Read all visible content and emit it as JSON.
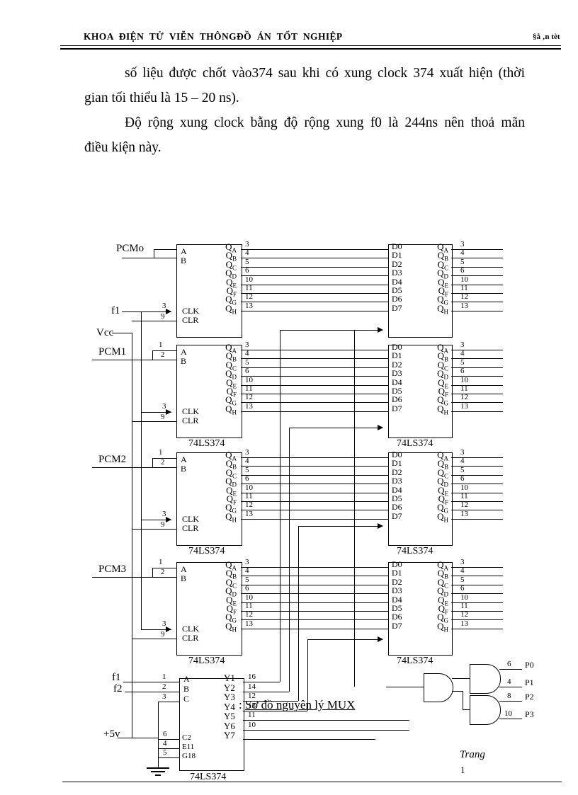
{
  "header": {
    "left": "KHOA ĐIỆN TỬ VIỄN THÔNGĐỒ ÁN TỐT NGHIỆP",
    "right": "§å ‚n tèt"
  },
  "paragraphs": [
    [
      "số liệu được chốt vào374 sau khi có xung clock 374 xuất hiện (thời",
      "gian tối thiểu là 15 – 20 ns)."
    ],
    [
      "Độ rộng xung clock bằng độ rộng xung f0 là 244ns nên thoả mãn",
      "điều kiện này."
    ]
  ],
  "caption": {
    "prefix": ": ",
    "text": "Sơ đồ nguyên lý MUX"
  },
  "page_footer": {
    "label": "Trang",
    "number": "1"
  },
  "colors": {
    "ink": "#000000",
    "paper": "#ffffff"
  },
  "diagram": {
    "chip_label": "74LS374",
    "row_labels": [
      "PCMo",
      "PCM1",
      "PCM2",
      "PCM3"
    ],
    "rail_labels": {
      "f1_top": "f1",
      "vcc": "Vcc",
      "f1_bottom": "f1",
      "f2": "f2",
      "plus5v": "+5v"
    },
    "left_chip": {
      "inputs": [
        "A",
        "B"
      ],
      "ab_pins": [
        "1",
        "2"
      ],
      "ctrl": [
        "CLK",
        "CLR"
      ],
      "clk_pin": "3",
      "clr_pin": "9",
      "q_letters": [
        "A",
        "B",
        "C",
        "D",
        "E",
        "F",
        "G",
        "H"
      ],
      "q_pins": [
        "3",
        "4",
        "5",
        "6",
        "10",
        "11",
        "12",
        "13"
      ]
    },
    "right_chip": {
      "d_labels": [
        "D0",
        "D1",
        "D2",
        "D3",
        "D4",
        "D5",
        "D6",
        "D7"
      ],
      "q_letters": [
        "A",
        "B",
        "C",
        "D",
        "E",
        "F",
        "G",
        "H"
      ],
      "q_pins": [
        "3",
        "4",
        "5",
        "6",
        "10",
        "11",
        "12",
        "13"
      ]
    },
    "decoder": {
      "selects": [
        "A",
        "B",
        "C"
      ],
      "select_pins": [
        "1",
        "2",
        "3"
      ],
      "enables": [
        "C2",
        "E11",
        "G18"
      ],
      "enable_pins": [
        "6",
        "4",
        "5"
      ],
      "y_labels": [
        "Y1",
        "Y2",
        "Y3",
        "Y4",
        "Y5",
        "Y6",
        "Y7"
      ],
      "y_pins": [
        "16",
        "14",
        "12",
        "13",
        "11",
        "10"
      ]
    },
    "p_outputs": [
      {
        "pin": "6",
        "label": "P0"
      },
      {
        "pin": "4",
        "label": "P1"
      },
      {
        "pin": "8",
        "label": "P2"
      },
      {
        "pin": "10",
        "label": "P3"
      }
    ]
  }
}
